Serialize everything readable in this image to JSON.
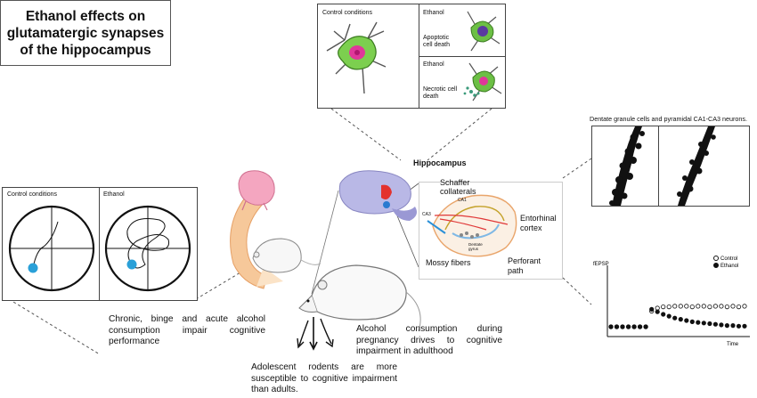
{
  "title": "Ethanol effects on glutamatergic synapses of the hippocampus",
  "neuron_panel": {
    "control_label": "Control conditions",
    "ethanol_label_1": "Ethanol",
    "apoptotic_label": "Apoptotic cell death",
    "ethanol_label_2": "Ethanol",
    "necrotic_label": "Necrotic cell death"
  },
  "maze_panel": {
    "control_label": "Control conditions",
    "ethanol_label": "Ethanol"
  },
  "dendrite_panel": {
    "caption": "Dentate granule cells and pyramidal CA1-CA3 neurons."
  },
  "hippocampus": {
    "title": "Hippocampus",
    "schaffer": "Schaffer collaterals",
    "entorhinal": "Entorhinal cortex",
    "mossy": "Mossy fibers",
    "perforant": "Perforant path",
    "ca1": "CA1",
    "ca3": "CA3",
    "dentate": "Dentate gyrus"
  },
  "texts": {
    "chronic": "Chronic, binge and acute alcohol consumption impair cognitive performance",
    "pregnancy": "Alcohol consumption during pregnancy drives to cognitive impairment in adulthood",
    "adolescent": "Adolescent rodents are more susceptible to cognitive impairment than adults."
  },
  "chart_data": {
    "type": "scatter",
    "ylabel": "fEPSP",
    "xlabel": "Time",
    "series": [
      {
        "name": "Control",
        "marker": "open",
        "values": [
          0.1,
          0.1,
          0.1,
          0.1,
          0.1,
          0.1,
          0.1,
          0.35,
          0.4,
          0.42,
          0.42,
          0.43,
          0.43,
          0.43,
          0.42,
          0.43,
          0.43,
          0.42,
          0.43,
          0.43,
          0.42,
          0.43,
          0.42,
          0.43
        ]
      },
      {
        "name": "Ethanol",
        "marker": "filled",
        "values": [
          0.1,
          0.1,
          0.1,
          0.1,
          0.1,
          0.1,
          0.1,
          0.38,
          0.34,
          0.3,
          0.27,
          0.24,
          0.22,
          0.2,
          0.18,
          0.17,
          0.16,
          0.15,
          0.14,
          0.13,
          0.12,
          0.12,
          0.11,
          0.11
        ]
      }
    ]
  }
}
